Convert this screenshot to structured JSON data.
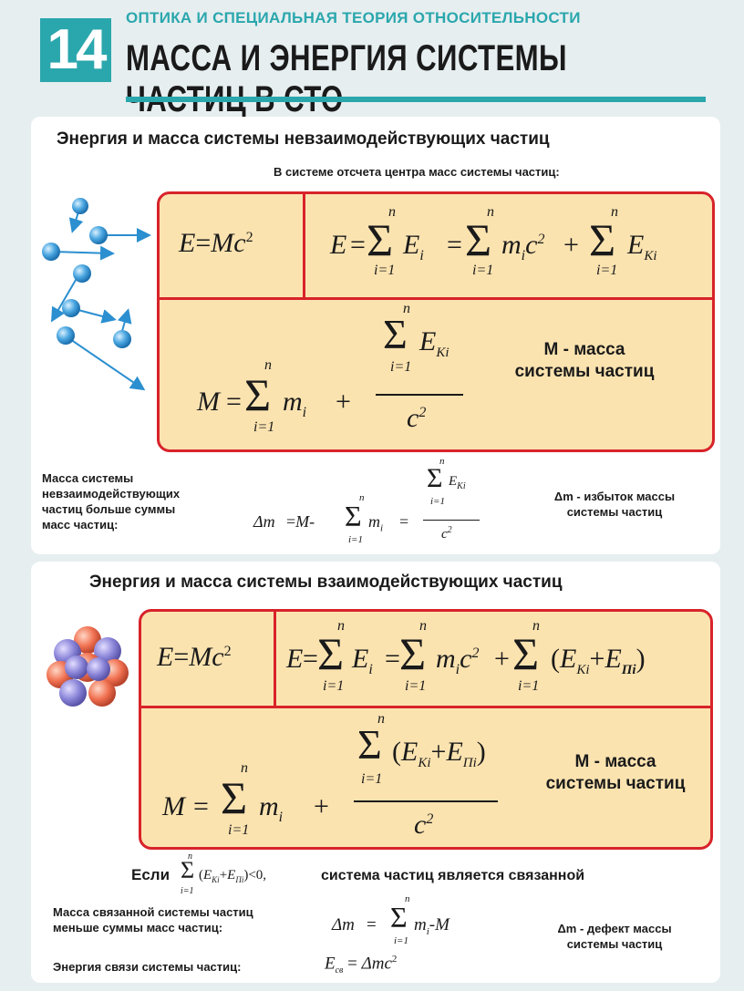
{
  "header": {
    "number": "14",
    "subtitle": "ОПТИКА И СПЕЦИАЛЬНАЯ ТЕОРИЯ ОТНОСИТЕЛЬНОСТИ",
    "title": "МАССА И ЭНЕРГИЯ СИСТЕМЫ ЧАСТИЦ В СТО"
  },
  "section1": {
    "heading": "Энергия и масса системы невзаимодействующих частиц",
    "note": "В системе отсчета центра масс системы частиц:",
    "formula_energy": "E = Mc²",
    "formula_sum": "E = ΣEᵢ = Σmᵢc² + ΣE_Kᵢ",
    "formula_mass": "M = Σmᵢ + ΣE_Kᵢ / c²",
    "mass_label_line1": "M - масса",
    "mass_label_line2": "системы частиц",
    "excess_text_line1": "Масса системы",
    "excess_text_line2": "невзаимодействующих",
    "excess_text_line3": "частиц больше суммы",
    "excess_text_line4": "масс частиц:",
    "excess_formula": "Δm = M - Σmᵢ = ΣE_Kᵢ / c²",
    "excess_label_line1": "Δm - избыток массы",
    "excess_label_line2": "системы частиц"
  },
  "section2": {
    "heading": "Энергия и масса системы взаимодействующих частиц",
    "formula_energy": "E = Mc²",
    "formula_sum": "E = ΣEᵢ = Σmᵢc² + Σ(E_Kᵢ + E_Пᵢ)",
    "formula_mass": "M = Σmᵢ + Σ(E_Kᵢ + E_Пᵢ) / c²",
    "mass_label_line1": "M - масса",
    "mass_label_line2": "системы частиц",
    "bound_prefix": "Если",
    "bound_condition": "Σ(E_Kᵢ+E_Пᵢ)<0,",
    "bound_text": "система частиц является связанной",
    "defect_text_line1": "Масса связанной системы частиц",
    "defect_text_line2": "меньше суммы масс частиц:",
    "defect_formula": "Δm = Σmᵢ - M",
    "defect_label_line1": "Δm - дефект массы",
    "defect_label_line2": "системы частиц",
    "binding_text": "Энергия связи системы частиц:",
    "binding_formula": "E_св = Δmc²"
  },
  "colors": {
    "accent": "#2aa7ad",
    "box_fill": "#fbe3b0",
    "box_border": "#d8232a",
    "particle": "#4aa6e0"
  },
  "icons": [
    "particles-illustration",
    "nucleus-illustration"
  ]
}
